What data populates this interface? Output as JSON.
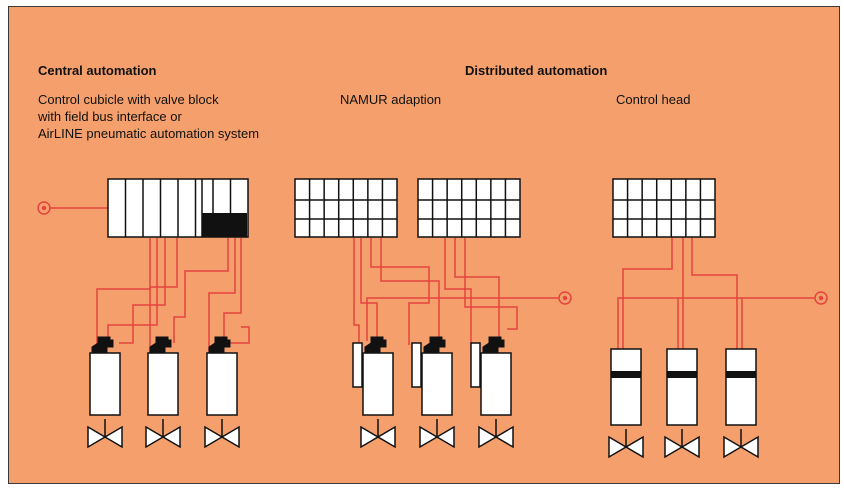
{
  "colors": {
    "background": "#f5a06c",
    "line": "#e4433f",
    "port": "#e4433f",
    "outline": "#111111",
    "fill": "#ffffff"
  },
  "headings": {
    "central": "Central automation",
    "distributed": "Distributed automation"
  },
  "captions": {
    "central_lines": [
      "Control cubicle with valve block",
      "with field bus interface or",
      "AirLINE pneumatic automation system"
    ],
    "namur": "NAMUR adaption",
    "control_head": "Control head"
  }
}
